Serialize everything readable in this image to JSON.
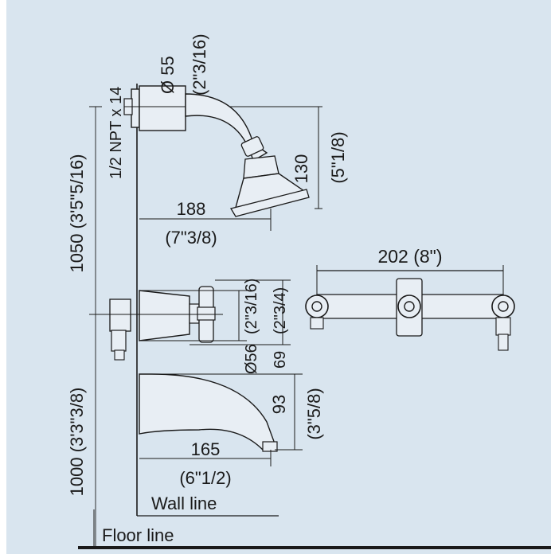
{
  "colors": {
    "background": "#d9e5ef",
    "line": "#1a1a1a",
    "fixture_fill": "#e8eef4"
  },
  "labels": {
    "shower_arm_diameter_mm": "Ø 55",
    "shower_arm_diameter_in": "(2\"3/16)",
    "thread": "1/2 NPT x 14",
    "showerhead_drop_mm": "130",
    "showerhead_drop_in": "(5\"1/8)",
    "showerhead_reach_mm": "188",
    "showerhead_reach_in": "(7\"3/8)",
    "valve_to_arm_height": "1050 (3'5\"5/16)",
    "valve_width_mm": "202 (8\")",
    "escutcheon_diameter_mm": "Ø56",
    "escutcheon_diameter_in": "(2\"3/16)",
    "handle_offset_mm": "69",
    "handle_offset_in": "(2\"3/4)",
    "spout_drop_mm": "93",
    "spout_drop_in": "(3\"5/8)",
    "spout_reach_mm": "165",
    "spout_reach_in": "(6\"1/2)",
    "valve_floor_height": "1000 (3'3\"3/8)",
    "wall_line": "Wall line",
    "floor_line": "Floor line"
  }
}
